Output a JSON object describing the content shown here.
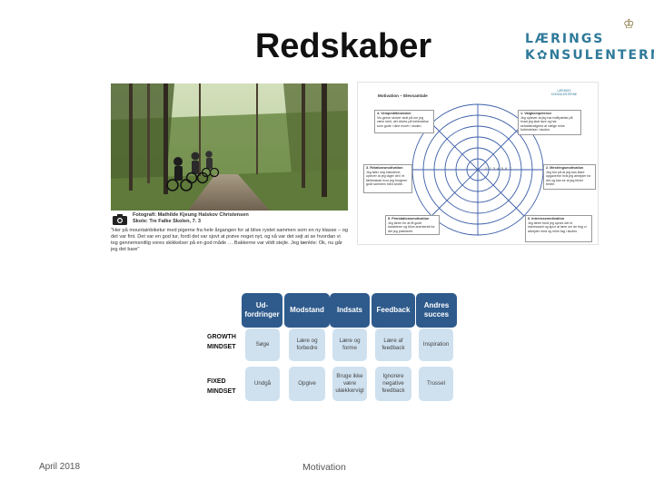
{
  "slide": {
    "title": "Redskaber",
    "logo": {
      "line1": "LÆRINGS",
      "line2": "K✿NSULENTERNE"
    },
    "footer": {
      "date": "April 2018",
      "center": "Motivation"
    }
  },
  "photo": {
    "caption_title": "Fotografi: Mathilde Kjeung Halskov Christensen",
    "caption_school": "Skole: Tre Falke Skolen, 7. 3",
    "caption_quote": "\"Her på mountainbiketur med pigerne fra hele årgangen for at blive rystet sammen som en ny klasse – og det var fint. Det var en god tur, fordi det var sjovt at prøve noget nyt, og så var det sejt at se hvordan vi tog gennemsnitlig vores skikkelser på en god måde … Bakkerne var vildt stejle. Jeg tænkte: Ok, nu går jeg det bare\""
  },
  "wheel": {
    "title": "Motivation – Elevsamtale",
    "logo": "LÆRINGS KONSULENTERNE",
    "boxes": [
      {
        "head": "4. Velopmålte/ønsker",
        "body": "Vis gerne skriver stolt på om jeg være stolt, det drives på forbindelse som gode i dine evner i skolen."
      },
      {
        "head": "1. Valgkompetence",
        "body": "Jeg oplever at jeg har indflydelse på hvad jeg skal lave og har selvstændighed at vælge mine forbindelser i skolen."
      },
      {
        "head": "3. Relationsmotivation",
        "body": "Jeg føler mig inkluderet, oplever at jeg tager del i et fællesskab hvor jeg fungerer godt sammen med andre."
      },
      {
        "head": "2. Mestringsmotivation",
        "body": "Jeg tror på at jeg kan klare opgaverne hvis jeg arbejder for det og kan se at jeg bliver bedre."
      },
      {
        "head": "5. Præstationsmotivation",
        "body": "Jeg lærer for at få gode karakterer og blive anerkendt for det jeg præsterer."
      },
      {
        "head": "6. Interessemotivation",
        "body": "Jeg lærer fordi jeg synes det er interessant og sjovt at lære om de ting vi arbejder med og mine fag i skolen."
      }
    ],
    "scale": [
      "1",
      "2",
      "3",
      "4",
      "5",
      "6",
      "7",
      "8",
      "9",
      "10"
    ]
  },
  "grid": {
    "headers": [
      "Ud-\nfordringer",
      "Modstand",
      "Indsats",
      "Feedback",
      "Andres\nsucces"
    ],
    "rows": [
      {
        "label": "GROWTH\nMINDSET",
        "cells": [
          "Søge",
          "Lære og forbedre",
          "Lære og forme",
          "Lære af feedback",
          "Inspiration"
        ]
      },
      {
        "label": "FIXED\nMINDSET",
        "cells": [
          "Undgå",
          "Opgive",
          "Bruge ikke være ulækkervigl",
          "Ignorere negative feedback",
          "Trussel"
        ]
      }
    ]
  }
}
